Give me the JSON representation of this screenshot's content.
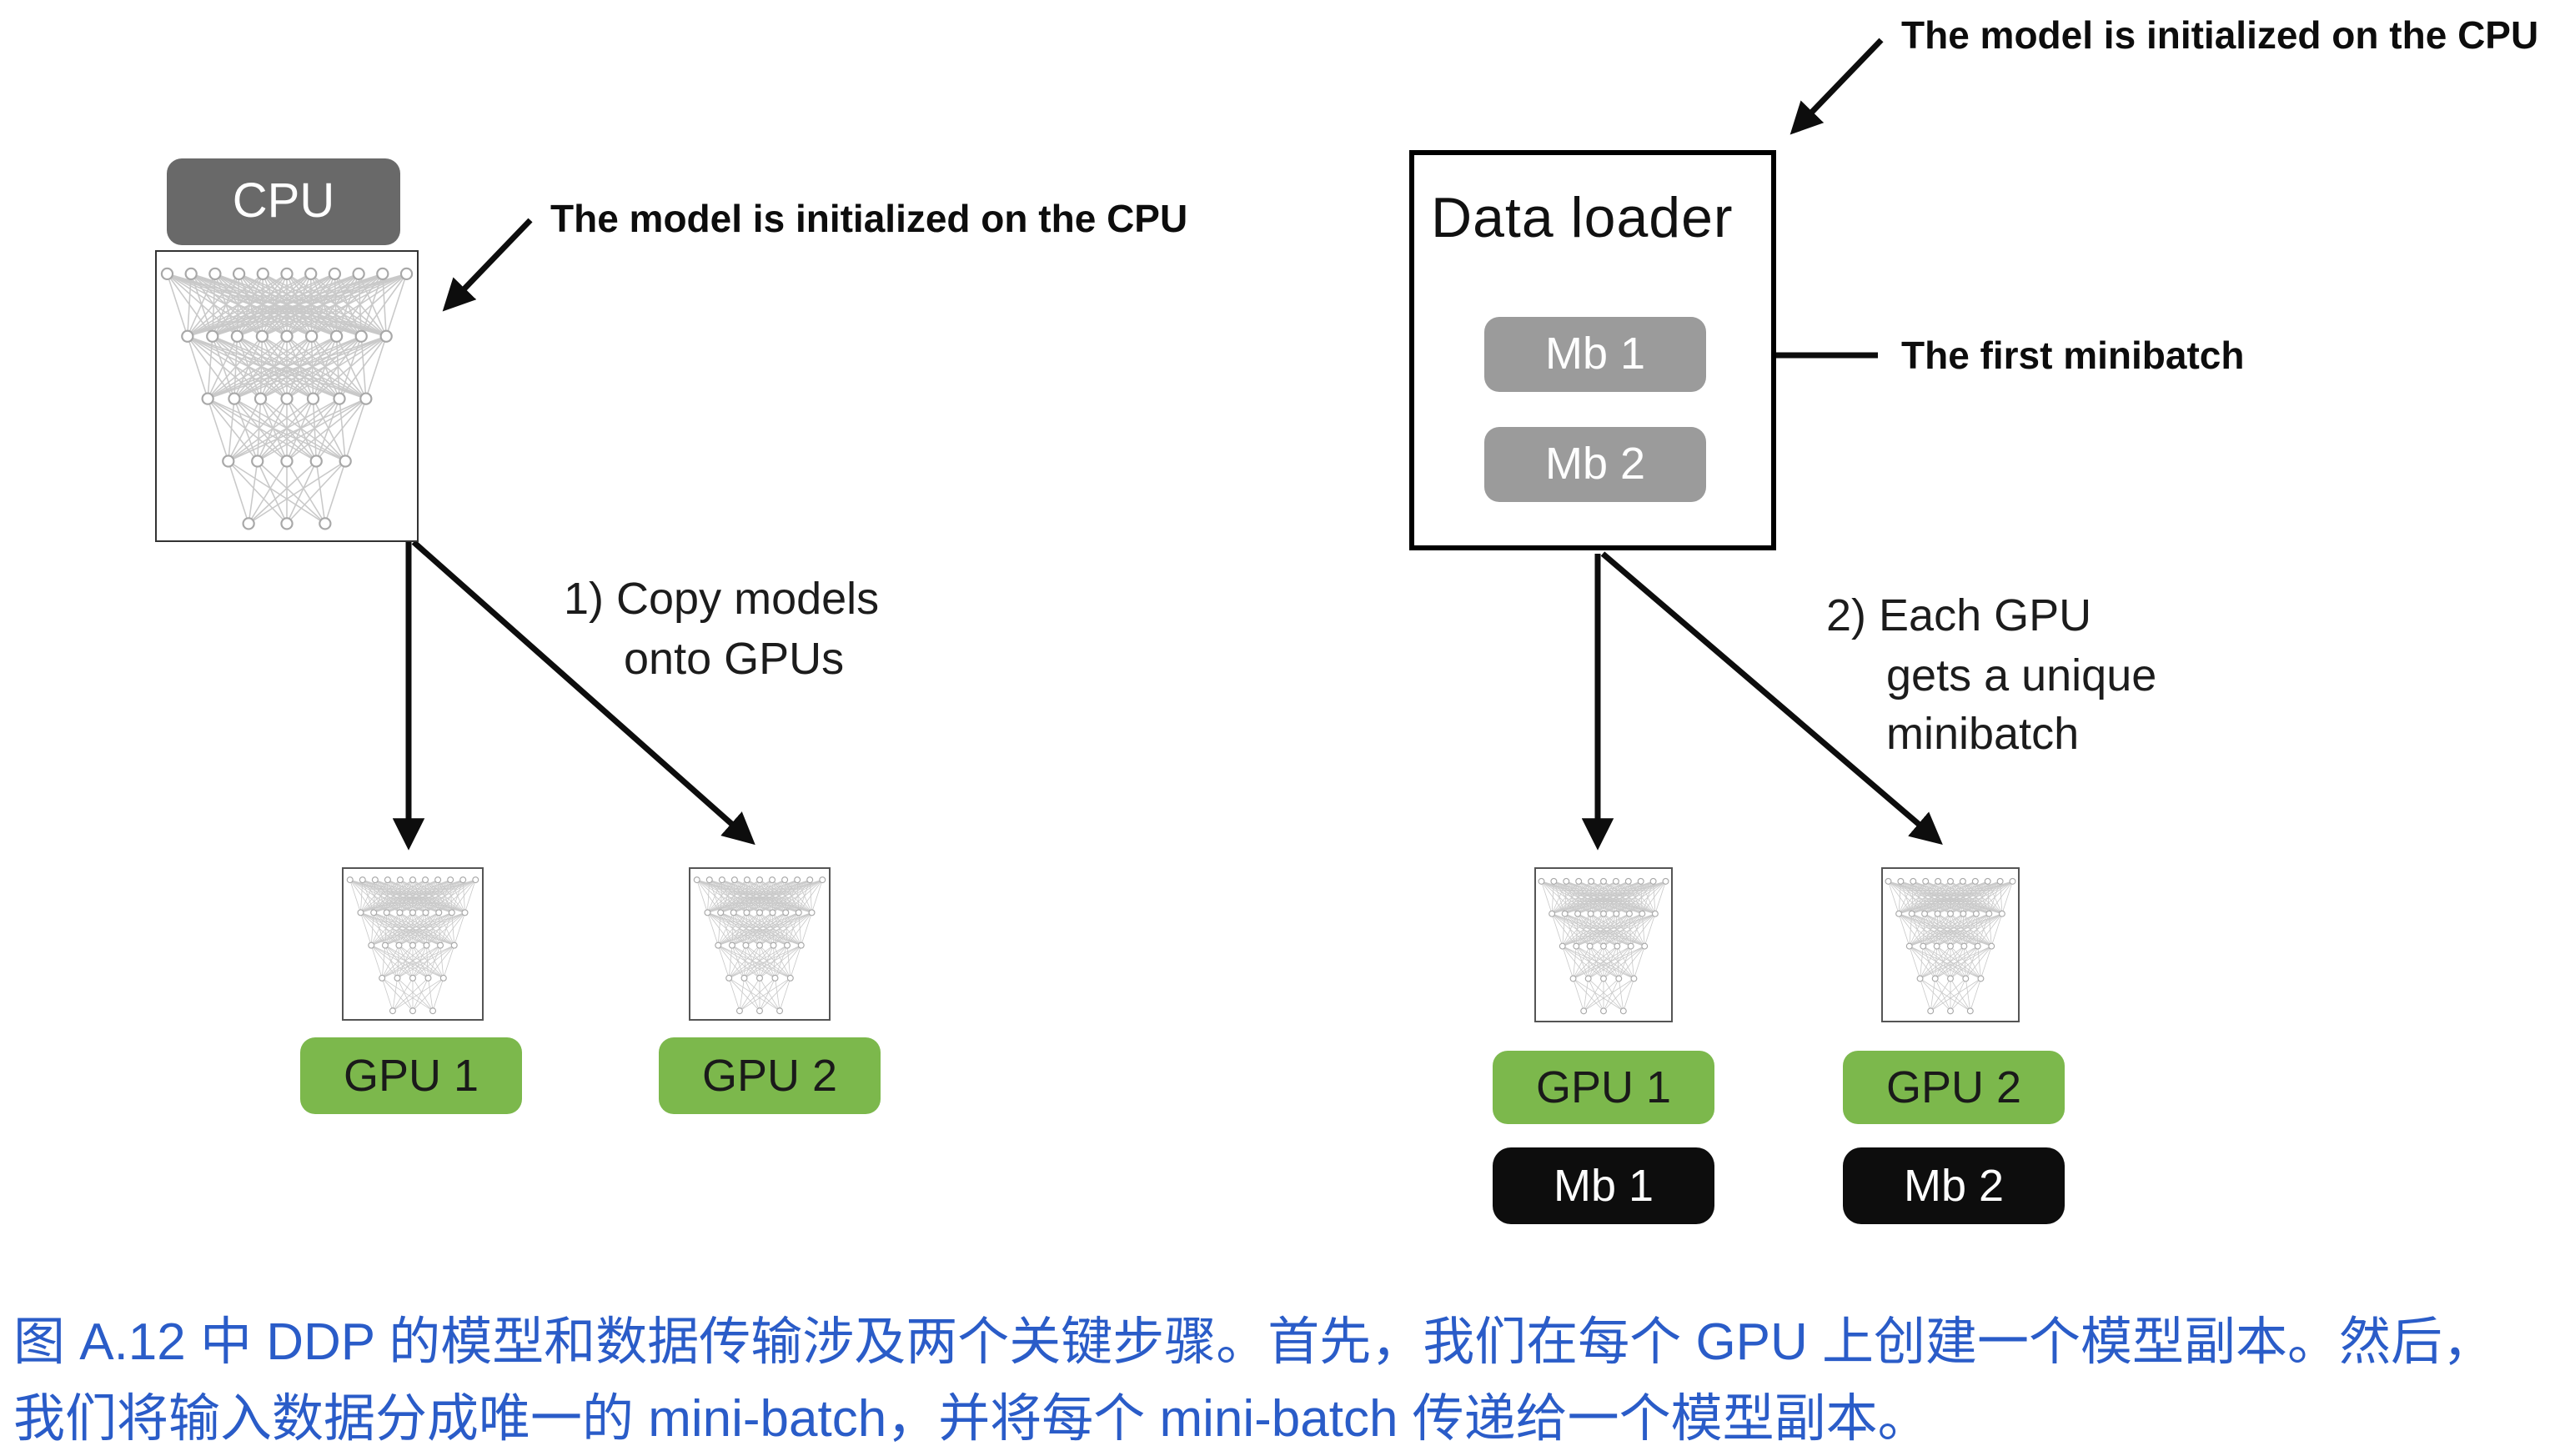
{
  "left_panel": {
    "cpu_label": "CPU",
    "init_annotation": "The model is initialized on the CPU",
    "step_label_lines": [
      "1) Copy models",
      "onto GPUs"
    ],
    "gpu1_label": "GPU 1",
    "gpu2_label": "GPU 2"
  },
  "right_panel": {
    "init_annotation": "The model is initialized on the CPU",
    "data_loader_title": "Data loader",
    "mb1_label": "Mb 1",
    "mb2_label": "Mb 2",
    "minibatch_annotation": "The first minibatch",
    "step_label_lines": [
      "2) Each GPU",
      "gets a unique",
      "minibatch"
    ],
    "gpu1_label": "GPU 1",
    "gpu2_label": "GPU 2",
    "mb1_assigned_label": "Mb 1",
    "mb2_assigned_label": "Mb 2"
  },
  "caption": {
    "lines": [
      "图 A.12 中 DDP 的模型和数据传输涉及两个关键步骤。首先，我们在每个 GPU 上创建一个模型副本。然后，",
      "我们将输入数据分成唯一的 mini-batch，并将每个 mini-batch 传递给一个模型副本。"
    ]
  },
  "colors": {
    "cpu_badge": "#696969",
    "gpu_badge": "#7cb84c",
    "mb_badge_gray": "#9b9b9b",
    "mb_badge_black": "#0d0d0d",
    "caption_blue": "#2a5cc8"
  }
}
